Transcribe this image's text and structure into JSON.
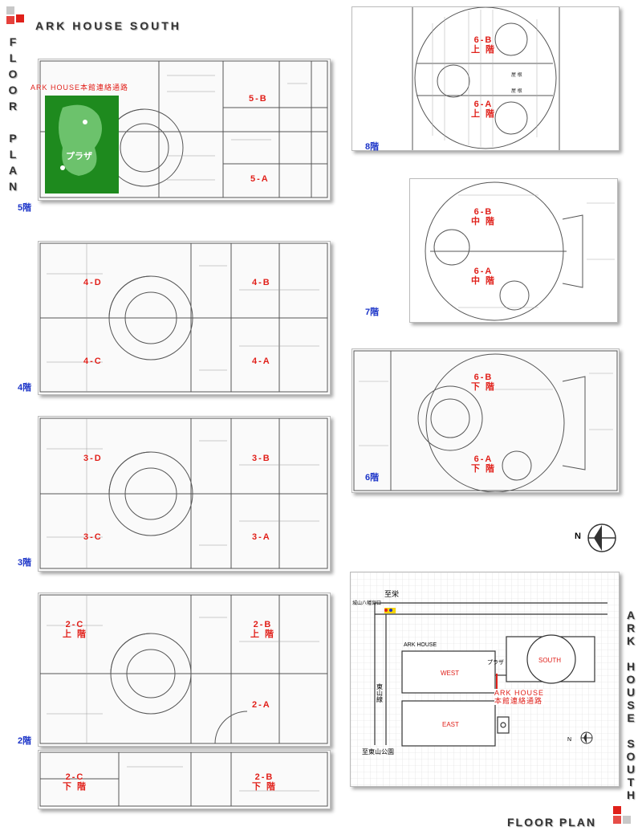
{
  "header": {
    "title": "ARK HOUSE SOUTH"
  },
  "side_title": {
    "letters": [
      "F",
      "L",
      "O",
      "O",
      "R",
      "",
      "P",
      "L",
      "A",
      "N"
    ]
  },
  "footer": {
    "title": "FLOOR PLAN"
  },
  "right_vertical": {
    "letters": [
      "A",
      "R",
      "K",
      "",
      "H",
      "O",
      "U",
      "S",
      "E",
      "",
      "S",
      "O",
      "U",
      "T",
      "H"
    ]
  },
  "colors": {
    "accent_red": "#e0201a",
    "accent_blue": "#1a33c8",
    "plaza_green": "#1e8a1e"
  },
  "floors": {
    "f5": {
      "label": "5階",
      "passage": "ARK HOUSE本館連絡通路",
      "plaza": "プラザ",
      "units": [
        {
          "id": "5-B",
          "sub": ""
        },
        {
          "id": "5-A",
          "sub": ""
        }
      ]
    },
    "f4": {
      "label": "4階",
      "units": [
        {
          "id": "4-D",
          "sub": ""
        },
        {
          "id": "4-B",
          "sub": ""
        },
        {
          "id": "4-C",
          "sub": ""
        },
        {
          "id": "4-A",
          "sub": ""
        }
      ]
    },
    "f3": {
      "label": "3階",
      "units": [
        {
          "id": "3-D",
          "sub": ""
        },
        {
          "id": "3-B",
          "sub": ""
        },
        {
          "id": "3-C",
          "sub": ""
        },
        {
          "id": "3-A",
          "sub": ""
        }
      ]
    },
    "f2": {
      "label": "2階",
      "units": [
        {
          "id": "2-C",
          "sub": "上 階"
        },
        {
          "id": "2-B",
          "sub": "上 階"
        },
        {
          "id": "2-A",
          "sub": ""
        },
        {
          "id": "2-C",
          "sub": "下 階"
        },
        {
          "id": "2-B",
          "sub": "下 階"
        }
      ]
    },
    "f8": {
      "label": "8階",
      "units": [
        {
          "id": "6-B",
          "sub": "上 階"
        },
        {
          "id": "6-A",
          "sub": "上 階"
        }
      ],
      "note1": "屋 根",
      "note2": "屋 根"
    },
    "f7": {
      "label": "7階",
      "units": [
        {
          "id": "6-B",
          "sub": "中 階"
        },
        {
          "id": "6-A",
          "sub": "中 階"
        }
      ]
    },
    "f6": {
      "label": "6階",
      "units": [
        {
          "id": "6-B",
          "sub": "下 階"
        },
        {
          "id": "6-A",
          "sub": "下 階"
        }
      ]
    }
  },
  "north": {
    "label": "N"
  },
  "site": {
    "to_top": "至栄",
    "station": "城山八幡宮口",
    "ark_house": "ARK HOUSE",
    "west": "WEST",
    "east": "EAST",
    "plaza": "プラザ",
    "south": "SOUTH",
    "passage": "ARK HOUSE\n本館連絡通路",
    "line": "東山線",
    "to_bottom": "至東山公園",
    "north": "N"
  }
}
